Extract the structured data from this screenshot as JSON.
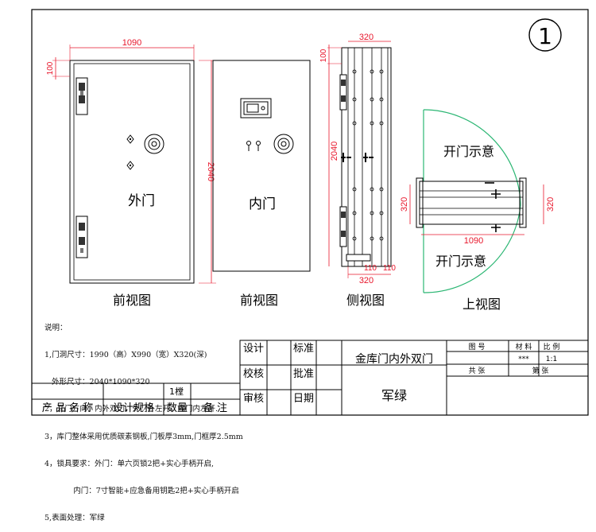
{
  "sheet_number": "1",
  "views": {
    "front_outer": {
      "label": "外门",
      "caption": "前视图",
      "dim_width": "1090",
      "dim_height": "2040",
      "dim_left": "100"
    },
    "front_inner": {
      "label": "内门",
      "caption": "前视图"
    },
    "side": {
      "caption": "侧视图",
      "dim_top": "320",
      "dim_left_top": "100",
      "dim_height": "2040",
      "dim_bottom": "320",
      "dim_b1": "110",
      "dim_b2": "110"
    },
    "top": {
      "caption": "上视图",
      "swing_label_top": "开门示意",
      "swing_label_bottom": "开门示意",
      "dim_left": "320",
      "dim_right": "320",
      "dim_bottom": "1090"
    }
  },
  "notes": {
    "title": "说明：",
    "lines": [
      "1,门洞尺寸：1990（高）X990（宽）X320(深)",
      "   外形尺寸：2040*1090*320",
      "2，开门方向：内外双门，外门外左开，内门内左开.",
      "3，库门整体采用优质碳素钢板,门板厚3mm,门框厚2.5mm",
      "4，锁具要求：外门：单六页锁2把+实心手柄开启,",
      "            内门：7寸智能+应急备用钥匙2把+实心手柄开启",
      "5,表面处理：军绿"
    ]
  },
  "title_block": {
    "design": "设计",
    "check": "校核",
    "review": "审核",
    "standard": "标准",
    "approve": "批准",
    "date": "日期",
    "product_name": "金库门内外双门",
    "color": "军绿",
    "drawing_no": "图    号",
    "material": "材  料",
    "scale": "比 例",
    "material_value": "***",
    "scale_value": "1:1",
    "total_sheets": "共    张",
    "sheet_no": "第    张",
    "qty": "1樘",
    "col_name": "产 品 名 称",
    "col_spec": "设计规格",
    "col_qty": "数量",
    "col_note": "备   注"
  }
}
